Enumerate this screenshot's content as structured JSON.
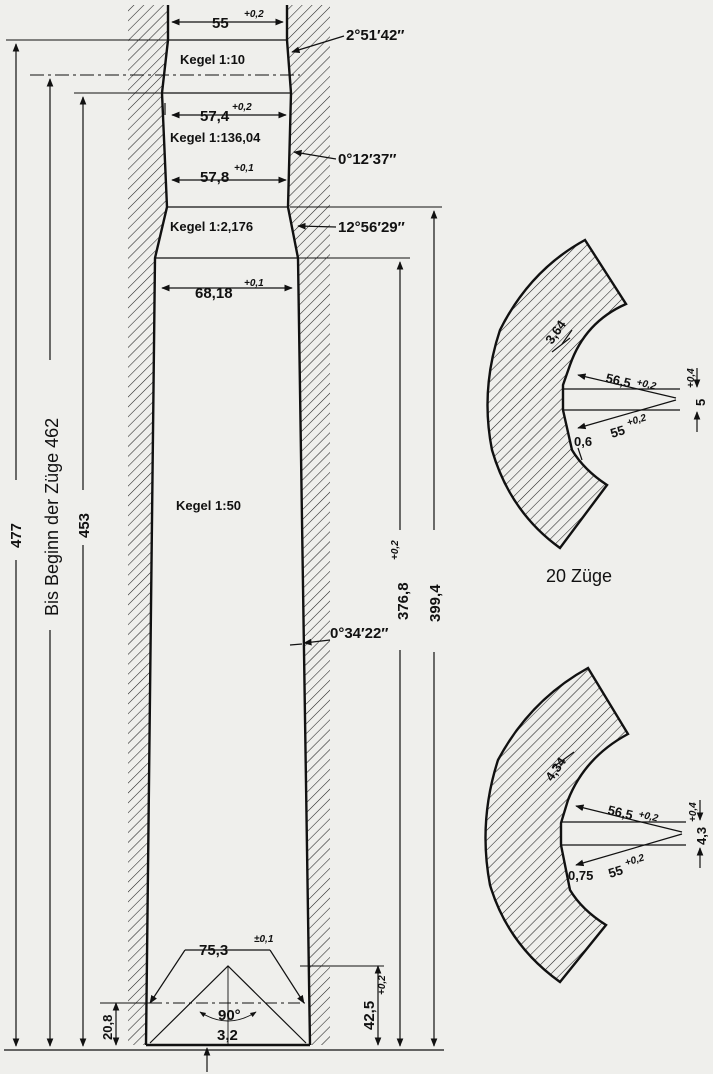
{
  "bore": {
    "d_55": "55",
    "tol_55": "+0,2",
    "angle_1": "2°51′42″",
    "kegel_1_10": "Kegel 1:10",
    "d_57_4": "57,4",
    "tol_57_4": "+0,2",
    "kegel_1_136": "Kegel 1:136,04",
    "angle_2": "0°12′37″",
    "d_57_8": "57,8",
    "tol_57_8": "+0,1",
    "kegel_1_2176": "Kegel 1:2,176",
    "angle_3": "12°56′29″",
    "d_68_18": "68,18",
    "tol_68_18": "+0,1",
    "kegel_1_50": "Kegel 1:50",
    "angle_4": "0°34′22″",
    "d_75_3": "75,3",
    "tol_75_3": "±0,1",
    "angle_90": "90°",
    "d_3_2": "3,2",
    "len_20_8": "20,8",
    "len_42_5": "42,5",
    "tol_42_5": "+0,2",
    "len_376_8": "376,8",
    "tol_376_8": "+0,2",
    "len_399_4": "399,4",
    "len_477": "477",
    "len_453": "453",
    "zuege_label": "Bis Beginn der Züge 462"
  },
  "section_top": {
    "land": "3,64",
    "d1": "56,5",
    "d1_tol": "+0,2",
    "d2": "55",
    "d2_tol": "+0,2",
    "radius": "0,6",
    "tol_right": "+0,4",
    "w_right": "5"
  },
  "zuege_count": "20 Züge",
  "section_bottom": {
    "land": "4,34",
    "d1": "56,5",
    "d1_tol": "+0,2",
    "d2": "55",
    "d2_tol": "+0,2",
    "radius": "0,75",
    "tol_right": "+0,4",
    "w_right": "4,3"
  }
}
